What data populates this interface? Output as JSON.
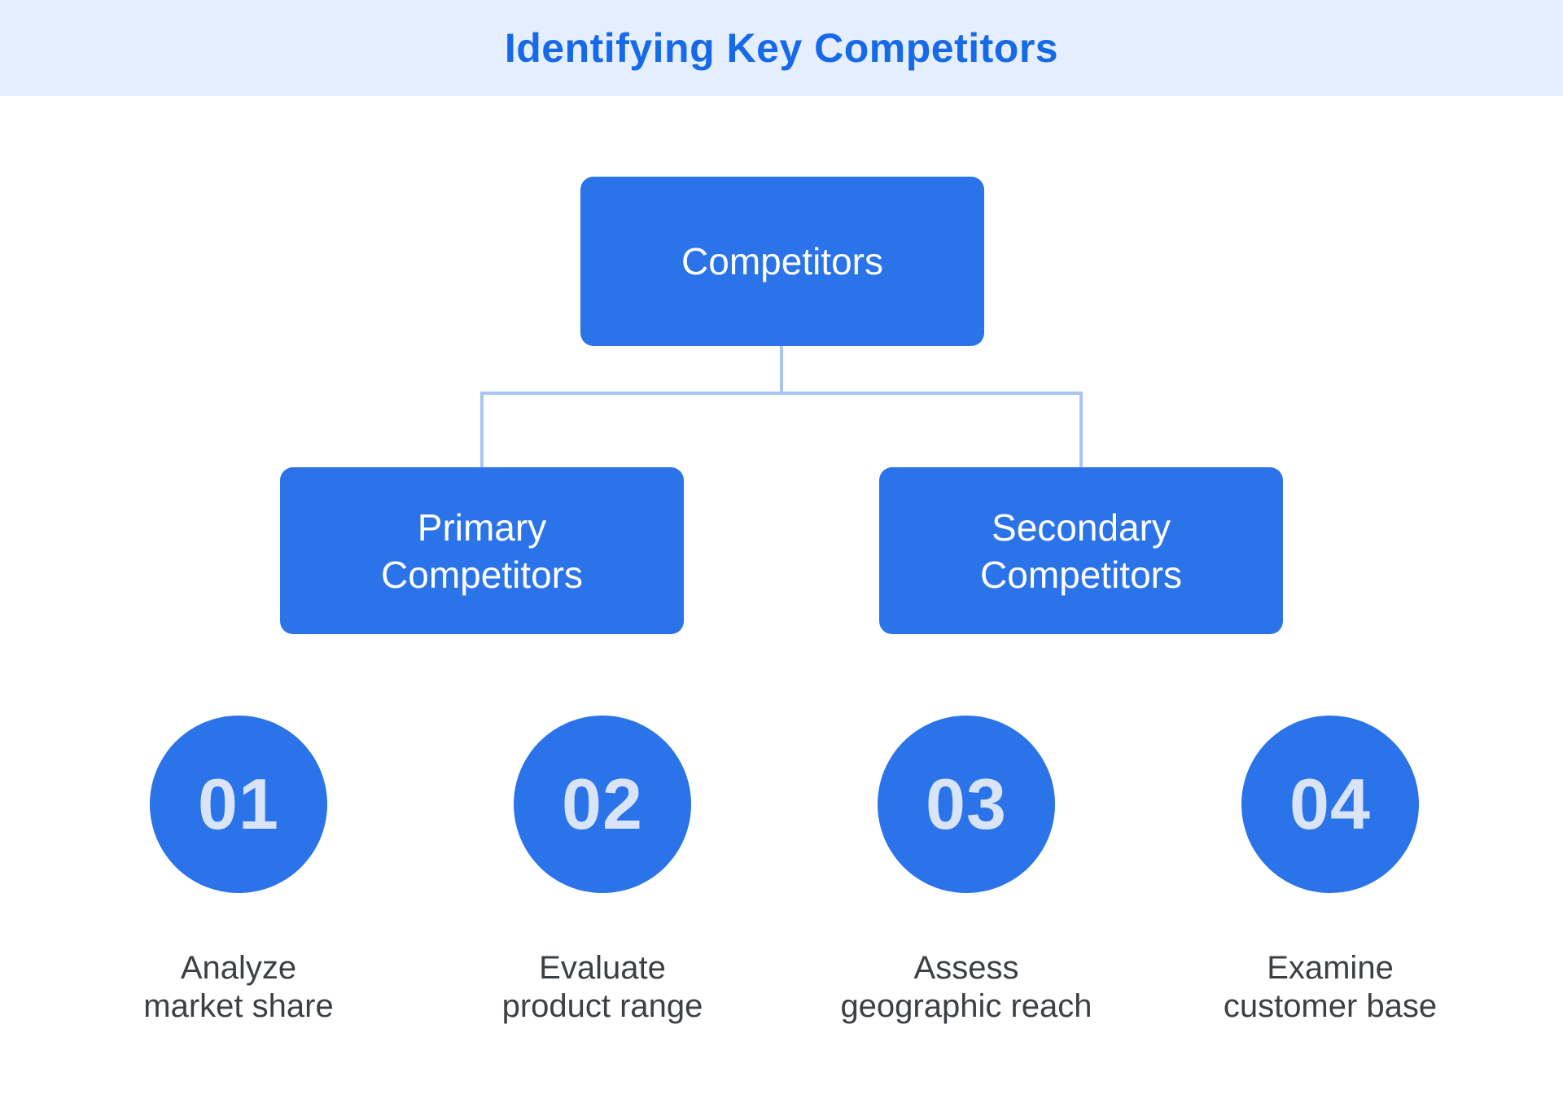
{
  "header": {
    "title": "Identifying Key Competitors"
  },
  "tree": {
    "root": {
      "label": "Competitors"
    },
    "children": [
      {
        "label": "Primary\nCompetitors"
      },
      {
        "label": "Secondary\nCompetitors"
      }
    ]
  },
  "steps": [
    {
      "number": "01",
      "label": "Analyze\nmarket share"
    },
    {
      "number": "02",
      "label": "Evaluate\nproduct range"
    },
    {
      "number": "03",
      "label": "Assess\ngeographic reach"
    },
    {
      "number": "04",
      "label": "Examine\ncustomer base"
    }
  ],
  "colors": {
    "header_background": "#e5eefd",
    "title_text": "#1669e8",
    "node_fill": "#2b73e8",
    "node_text": "#ffffff",
    "connector": "#a8c5f1",
    "step_number_text": "#d9e4f9",
    "step_label_text": "#3b4045",
    "page_background": "#ffffff"
  }
}
